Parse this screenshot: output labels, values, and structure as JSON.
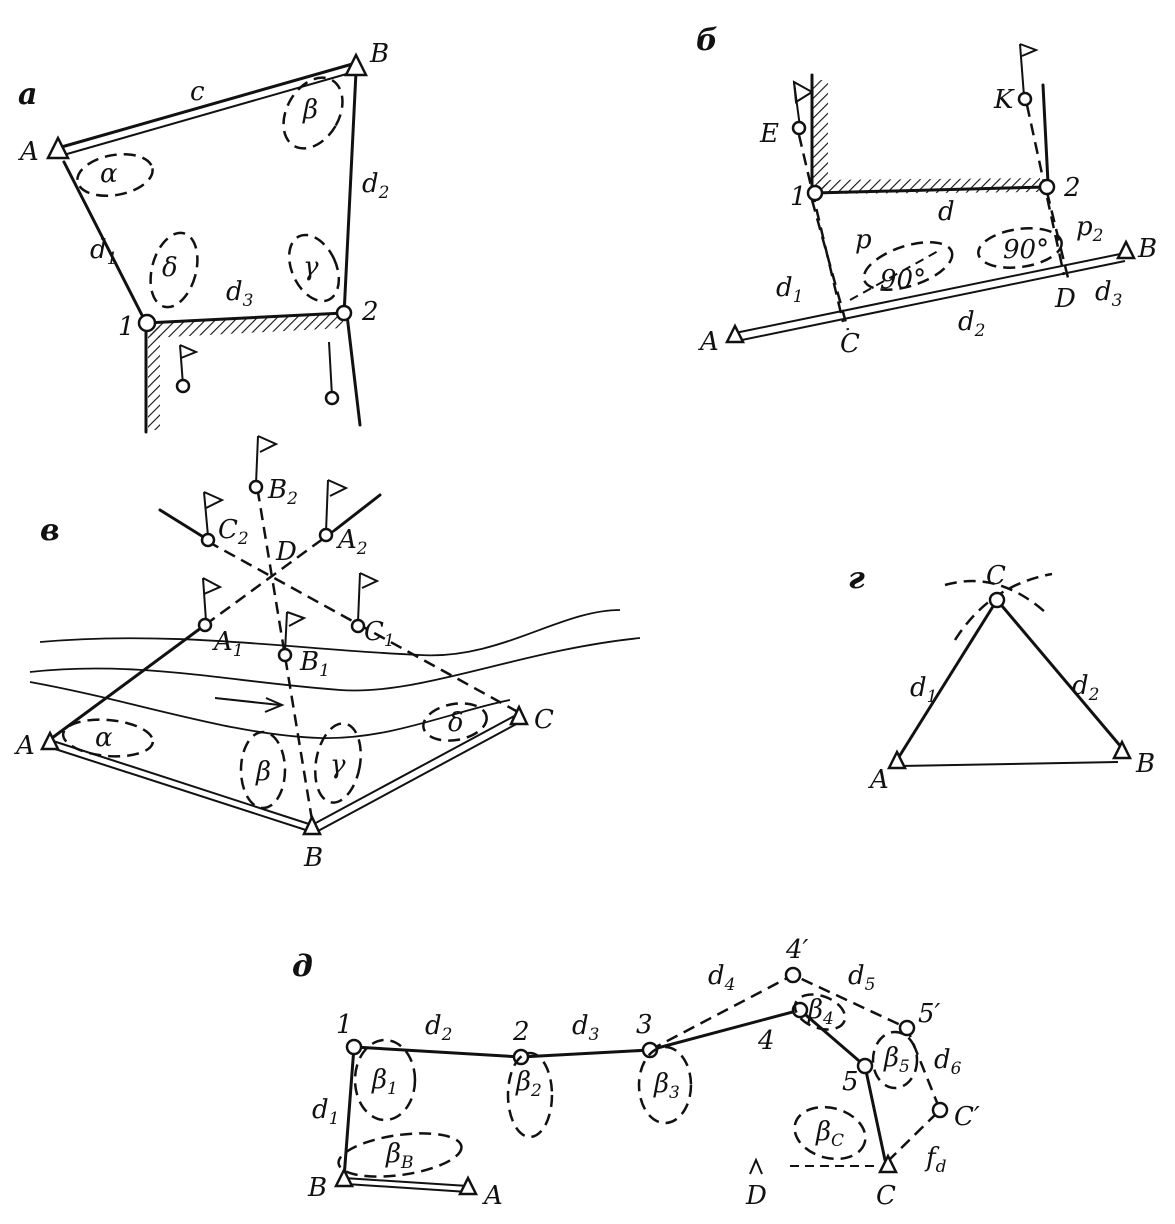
{
  "panels": {
    "a": {
      "title": "а",
      "points": {
        "A": "A",
        "B": "B",
        "p1": "1",
        "p2": "2"
      },
      "sides": {
        "c": "c",
        "d1": "d",
        "d1_sub": "1",
        "d2": "d",
        "d2_sub": "2",
        "d3": "d",
        "d3_sub": "3"
      },
      "angles": {
        "alpha": "α",
        "beta": "β",
        "gamma": "γ",
        "delta": "δ"
      }
    },
    "b": {
      "title": "б",
      "points": {
        "E": "E",
        "K": "K",
        "p1": "1",
        "p2": "2",
        "A": "A",
        "B": "B",
        "C": "C",
        "D": "D"
      },
      "sides": {
        "d": "d",
        "p": "p",
        "p2": "p",
        "p2_sub": "2",
        "d1": "d",
        "d1_sub": "1",
        "d2": "d",
        "d2_sub": "2",
        "d3": "d",
        "d3_sub": "3"
      },
      "angles": {
        "right1": "90°",
        "right2": "90°"
      }
    },
    "v": {
      "title": "в",
      "points": {
        "A": "A",
        "B": "B",
        "C": "C",
        "D": "D",
        "A1": "A",
        "A1_sub": "1",
        "A2": "A",
        "A2_sub": "2",
        "B1": "B",
        "B1_sub": "1",
        "B2": "B",
        "B2_sub": "2",
        "C1": "C",
        "C1_sub": "1",
        "C2": "C",
        "C2_sub": "2"
      },
      "angles": {
        "alpha": "α",
        "beta": "β",
        "gamma": "γ",
        "delta": "δ"
      }
    },
    "g": {
      "title": "г",
      "points": {
        "A": "A",
        "B": "B",
        "C": "C"
      },
      "sides": {
        "d1": "d",
        "d1_sub": "1",
        "d2": "d",
        "d2_sub": "2"
      }
    },
    "d": {
      "title": "д",
      "points": {
        "p1": "1",
        "p2": "2",
        "p3": "3",
        "p4": "4",
        "p5": "5",
        "p4p": "4′",
        "p5p": "5′",
        "B": "B",
        "A": "A",
        "D": "D",
        "C": "C",
        "Cp": "C′"
      },
      "sides": {
        "d1": "d",
        "d1_sub": "1",
        "d2": "d",
        "d2_sub": "2",
        "d3": "d",
        "d3_sub": "3",
        "d4": "d",
        "d4_sub": "4",
        "d5": "d",
        "d5_sub": "5",
        "d6": "d",
        "d6_sub": "6",
        "fd": "f",
        "fd_sub": "d"
      },
      "angles": {
        "b1": "β",
        "b1_sub": "1",
        "b2": "β",
        "b2_sub": "2",
        "b3": "β",
        "b3_sub": "3",
        "b4": "β",
        "b4_sub": "4",
        "b5": "β",
        "b5_sub": "5",
        "bB": "β",
        "bB_sub": "B",
        "bC": "β",
        "bC_sub": "C"
      }
    }
  }
}
